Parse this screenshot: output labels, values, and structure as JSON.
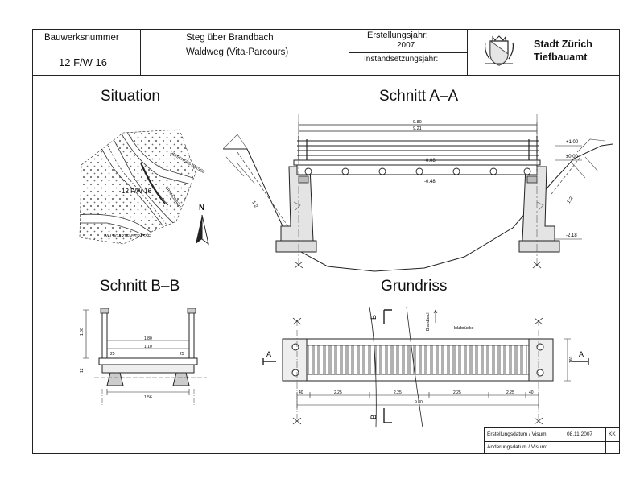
{
  "header": {
    "structure_no_label": "Bauwerksnummer",
    "structure_no": "12 F/W 16",
    "name_line1": "Steg über Brandbach",
    "name_line2": "Waldweg (Vita-Parcours)",
    "year_built_label": "Erstellungsjahr:",
    "year_built": "2007",
    "repair_year_label": "Instandsetzungsjahr:",
    "city": "Stadt Zürich",
    "office": "Tiefbauamt"
  },
  "views": {
    "situation": {
      "title": "Situation",
      "labels": [
        "12 F/W 16",
        "BRANDBACH",
        "WALDGARTENSTRASSE",
        "HEISCHERSTRASSE"
      ],
      "north": "N"
    },
    "section_aa": {
      "title": "Schnitt A–A",
      "dims": [
        "9.80",
        "9.21"
      ],
      "levels": [
        "+1.00",
        "±0.00",
        "-0.08",
        "-0.48",
        "-2.18"
      ],
      "slope": "1:2"
    },
    "section_bb": {
      "title": "Schnitt B–B",
      "dims": [
        "1.80",
        "1.10",
        "25",
        "25",
        "1.56",
        "1.00",
        "12"
      ]
    },
    "plan": {
      "title": "Grundriss",
      "labels": [
        "Holzbrücke",
        "Brandbach"
      ],
      "dims": [
        "40",
        "2.25",
        "2.25",
        "2.25",
        "2.25",
        "40",
        "9.80",
        "160"
      ],
      "markers": [
        "A",
        "A",
        "B",
        "B"
      ]
    }
  },
  "footer": {
    "created_label": "Erstellungsdatum / Visum:",
    "created_date": "08.11.2007",
    "created_visum": "KK",
    "changed_label": "Änderungsdatum / Visum:"
  }
}
